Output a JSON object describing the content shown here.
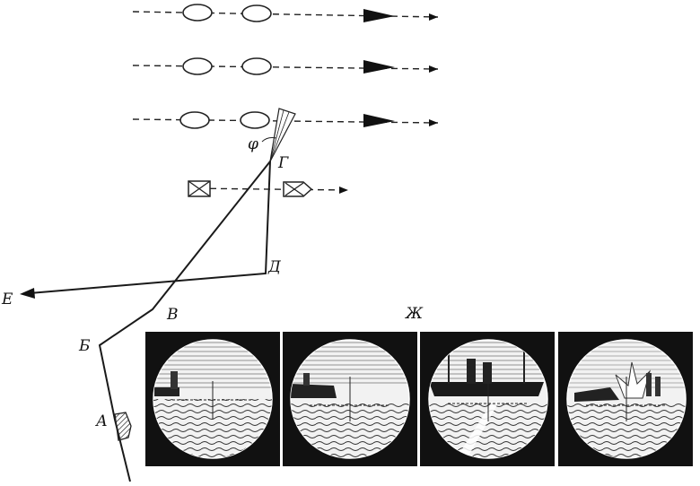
{
  "labels": {
    "A": "А",
    "B": "Б",
    "V": "В",
    "G": "Г",
    "D": "Д",
    "E": "Е",
    "Zh": "Ж",
    "phi": "φ"
  }
}
